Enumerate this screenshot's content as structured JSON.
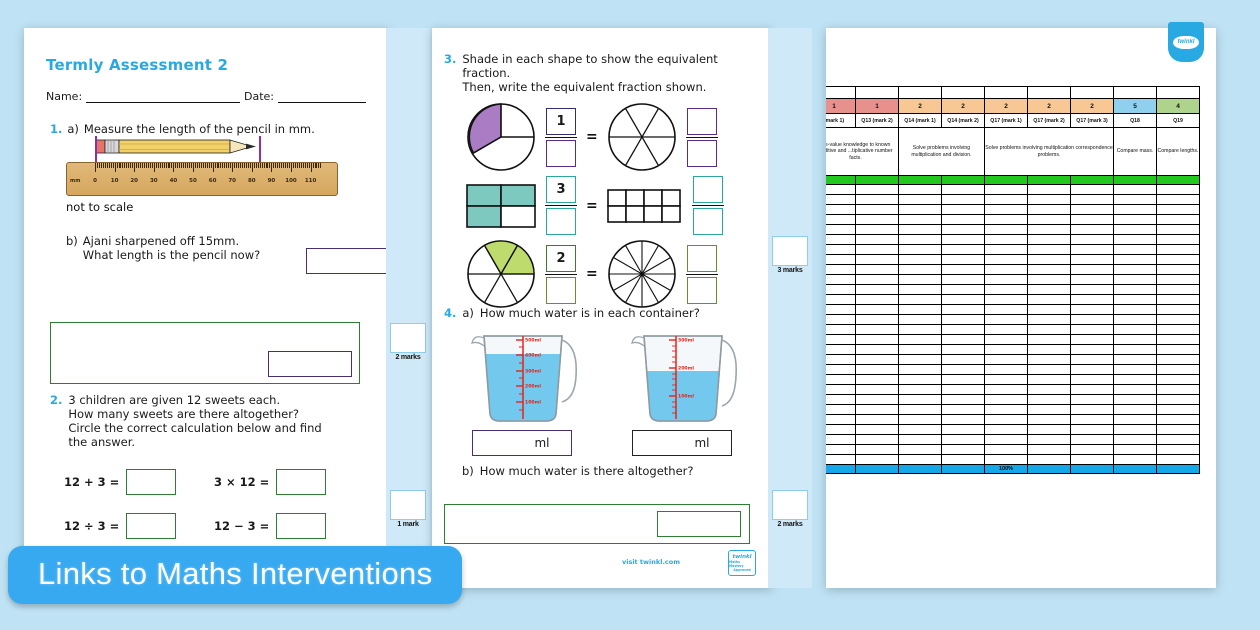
{
  "banner": {
    "title": "Links to Maths Interventions"
  },
  "worksheet_left": {
    "title": "Termly Assessment 2",
    "name_label": "Name:",
    "date_label": "Date:",
    "q1": {
      "number": "1.",
      "part_a_label": "a)",
      "part_a_text": "Measure the length of the pencil in mm.",
      "not_to_scale": "not to scale",
      "ruler_unit": "mm",
      "ruler_ticks": [
        "0",
        "10",
        "20",
        "30",
        "40",
        "50",
        "60",
        "70",
        "80",
        "90",
        "100",
        "110"
      ],
      "part_b_label": "b)",
      "part_b_line1": "Ajani sharpened off 15mm.",
      "part_b_line2": "What length is the pencil now?"
    },
    "q2": {
      "number": "2.",
      "line1": "3 children are given 12 sweets each.",
      "line2": "How many sweets are there altogether?",
      "line3": "Circle the correct calculation below and find",
      "line4": "the answer.",
      "calculations": [
        "12 + 3 =",
        "3 × 12 =",
        "12 ÷ 3 =",
        "12 − 3 ="
      ]
    },
    "marks": [
      {
        "label": "2 marks"
      },
      {
        "label": "1 mark"
      }
    ]
  },
  "worksheet_mid": {
    "q3": {
      "number": "3.",
      "line1": "Shade in each shape to show the equivalent fraction.",
      "line2": "Then, write the equivalent fraction shown.",
      "rows": [
        {
          "left_numerator": "1",
          "left_denominator": "",
          "right_numerator": "",
          "right_denominator": "",
          "equals": "=",
          "left_shape": "circle-thirds-one-shaded",
          "right_shape": "circle-sixths",
          "accent": "#5a2d82"
        },
        {
          "left_numerator": "3",
          "left_denominator": "",
          "right_numerator": "",
          "right_denominator": "",
          "equals": "=",
          "left_shape": "rect-quarters-three-shaded",
          "right_shape": "rect-eighths",
          "accent": "#2aa69a"
        },
        {
          "left_numerator": "2",
          "left_denominator": "",
          "right_numerator": "",
          "right_denominator": "",
          "equals": "=",
          "left_shape": "circle-sixths-two-shaded",
          "right_shape": "circle-twelfths",
          "accent": "#6d8c2a"
        }
      ]
    },
    "q4": {
      "number": "4.",
      "part_a_label": "a)",
      "part_a_text": "How much water is in each container?",
      "unit_label": "ml",
      "jug_one": {
        "scale": [
          "500ml",
          "400ml",
          "300ml",
          "200ml",
          "100ml"
        ],
        "level": "400"
      },
      "jug_two": {
        "scale": [
          "300ml",
          "200ml",
          "100ml"
        ],
        "level": "200"
      },
      "part_b_label": "b)",
      "part_b_text": "How much water is there altogether?"
    },
    "marks": [
      {
        "label": "3 marks"
      },
      {
        "label": "2 marks"
      }
    ],
    "footer": {
      "visit": "visit twinkl.com",
      "badge_line1": "twinkl",
      "badge_line2": "Maths Mastery",
      "badge_line3": "Approved"
    }
  },
  "spreadsheet": {
    "logo_text": "twinkl",
    "columns": [
      {
        "marks": "1",
        "question": "(mark 1)",
        "descriptor": "...e-value knowledge to known additive and ...tiplicative number facts.",
        "header_color": "#e8918c"
      },
      {
        "marks": "1",
        "question": "Q13 (mark 2)",
        "descriptor": "",
        "header_color": "#e8918c"
      },
      {
        "marks": "2",
        "question": "Q14 (mark 1)",
        "descriptor": "Solve problems involving multiplication and division.",
        "header_color": "#f7c893"
      },
      {
        "marks": "2",
        "question": "Q14 (mark 2)",
        "descriptor": "",
        "header_color": "#f7c893"
      },
      {
        "marks": "2",
        "question": "Q17 (mark 1)",
        "descriptor": "Solve problems involving multiplication correspondence problems.",
        "header_color": "#f7c893"
      },
      {
        "marks": "2",
        "question": "Q17 (mark 2)",
        "descriptor": "",
        "header_color": "#f7c893"
      },
      {
        "marks": "2",
        "question": "Q17 (mark 3)",
        "descriptor": "",
        "header_color": "#f7c893"
      },
      {
        "marks": "5",
        "question": "Q18",
        "descriptor": "Compare mass.",
        "header_color": "#8ed0ee"
      },
      {
        "marks": "4",
        "question": "Q19",
        "descriptor": "Compare lengths.",
        "header_color": "#aed38c"
      }
    ],
    "green_band": "",
    "footer_total": "100%",
    "data_row_count": 28
  }
}
